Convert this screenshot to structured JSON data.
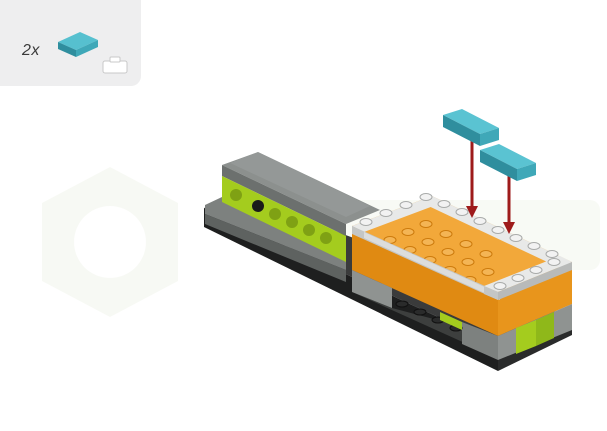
{
  "parts_callout": {
    "quantity": "2x",
    "part_icon": "flat-tile-1x2-teal",
    "tray_icon": "parts-tray-icon",
    "part_color": "#3fa8b8"
  },
  "model": {
    "colors": {
      "orange": "#e8951c",
      "lime": "#a4cc1e",
      "dark_gray": "#6c706e",
      "light_gray": "#dcdddc",
      "black": "#1e1f1f",
      "teal": "#3fa8b8",
      "arrow": "#9e1b1b"
    },
    "new_parts": [
      "tile-1x2-teal",
      "tile-1x2-teal"
    ],
    "placement_arrows": 2
  },
  "watermark": {
    "logo_icon": "hexagon-logo-icon"
  }
}
